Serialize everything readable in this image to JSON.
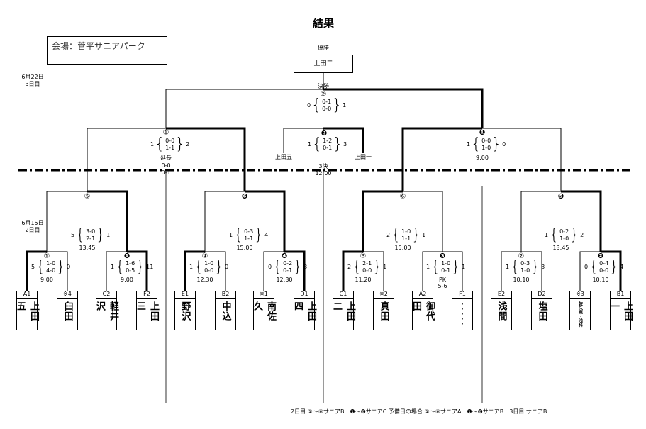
{
  "title": "結果",
  "venue": "会場：菅平サニアパーク",
  "day3": {
    "date": "6月22日",
    "label": "3日目"
  },
  "day2": {
    "date": "6月15日",
    "label": "2日目"
  },
  "champion": {
    "label": "優勝",
    "team": "上田二"
  },
  "final": {
    "label": "決勝",
    "num": "②",
    "left": "0",
    "right": "1",
    "h1": "0-1",
    "h2": "0-0"
  },
  "third": {
    "label": "3決",
    "time": "12:00",
    "num": "❷",
    "left": "1",
    "right": "3",
    "h1": "1-2",
    "h2": "0-1",
    "team_left": "上田五",
    "team_right": "上田一"
  },
  "semi_left": {
    "num": "①",
    "left": "1",
    "right": "2",
    "h1": "0-0",
    "h2": "1-1",
    "extra": "延長",
    "e1": "0-0",
    "e2": "0-1"
  },
  "semi_right": {
    "num": "❶",
    "left": "1",
    "right": "0",
    "h1": "0-0",
    "h2": "1-0",
    "time": "9:00"
  },
  "qf": [
    {
      "num": "⑤",
      "left": "5",
      "right": "1",
      "h1": "3-0",
      "h2": "2-1",
      "time": "13:45"
    },
    {
      "num": "❻",
      "left": "1",
      "right": "4",
      "h1": "0-3",
      "h2": "1-1",
      "time": "15:00"
    },
    {
      "num": "⑥",
      "left": "2",
      "right": "1",
      "h1": "1-0",
      "h2": "1-1",
      "time": "15:00"
    },
    {
      "num": "❺",
      "left": "1",
      "right": "2",
      "h1": "0-2",
      "h2": "1-0",
      "time": "13:45"
    }
  ],
  "r1": [
    {
      "num": "①",
      "left": "5",
      "right": "0",
      "h1": "1-0",
      "h2": "4-0",
      "time": "9:00"
    },
    {
      "num": "❶",
      "left": "1",
      "right": "11",
      "h1": "1-6",
      "h2": "0-5",
      "time": "9:00"
    },
    {
      "num": "④",
      "left": "1",
      "right": "0",
      "h1": "1-0",
      "h2": "0-0",
      "time": "12:30"
    },
    {
      "num": "❹",
      "left": "0",
      "right": "3",
      "h1": "0-2",
      "h2": "0-1",
      "time": "12:30"
    },
    {
      "num": "③",
      "left": "2",
      "right": "1",
      "h1": "2-1",
      "h2": "0-0",
      "time": "11:20"
    },
    {
      "num": "❸",
      "left": "1",
      "right": "1",
      "h1": "1-0",
      "h2": "0-1",
      "time": "PK",
      "pk": "5-6"
    },
    {
      "num": "②",
      "left": "1",
      "right": "3",
      "h1": "0-3",
      "h2": "1-0",
      "time": "10:10"
    },
    {
      "num": "❷",
      "left": "0",
      "right": "4",
      "h1": "0-4",
      "h2": "0-0",
      "time": "10:10"
    }
  ],
  "teams": [
    {
      "seed": "A1",
      "name": "上田五"
    },
    {
      "seed": "※4",
      "name": "臼田"
    },
    {
      "seed": "C2",
      "name": "軽井沢"
    },
    {
      "seed": "F2",
      "name": "上田三"
    },
    {
      "seed": "E1",
      "name": "野沢"
    },
    {
      "seed": "B2",
      "name": "中込"
    },
    {
      "seed": "※1",
      "name": "南佐久"
    },
    {
      "seed": "D1",
      "name": "上田四"
    },
    {
      "seed": "C1",
      "name": "上田二"
    },
    {
      "seed": "※2",
      "name": "真田"
    },
    {
      "seed": "A2",
      "name": "御代田"
    },
    {
      "seed": "F1",
      "name": "・・・・・"
    },
    {
      "seed": "E2",
      "name": "浅間"
    },
    {
      "seed": "D2",
      "name": "塩田"
    },
    {
      "seed": "※3",
      "name": "佐久東・浅科"
    },
    {
      "seed": "B1",
      "name": "上田一"
    }
  ],
  "footer": "2日目 ①～⑥サニアB　❶～❻サニアC 予備日の場合:①～⑥サニアA　❶～❻サニアB　3日目 サニアB"
}
